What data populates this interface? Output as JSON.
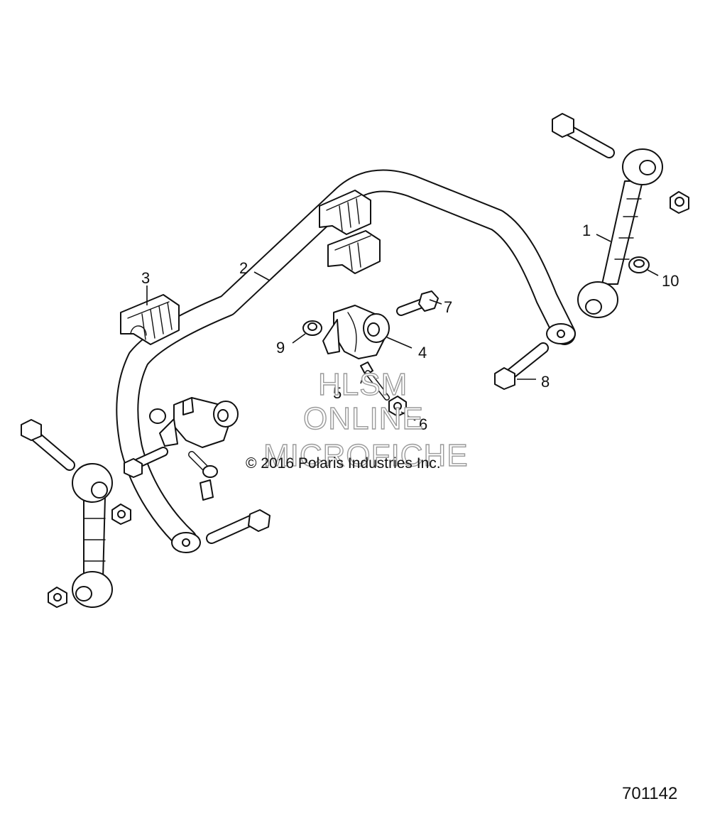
{
  "callouts": [
    "1",
    "2",
    "3",
    "4",
    "5",
    "6",
    "7",
    "8",
    "9",
    "10"
  ],
  "watermark": {
    "line1": "HLSM",
    "line2": "ONLINE",
    "line3": "MICROFICHE"
  },
  "copyright": "© 2016 Polaris Industries Inc.",
  "diagram_number": "701142"
}
